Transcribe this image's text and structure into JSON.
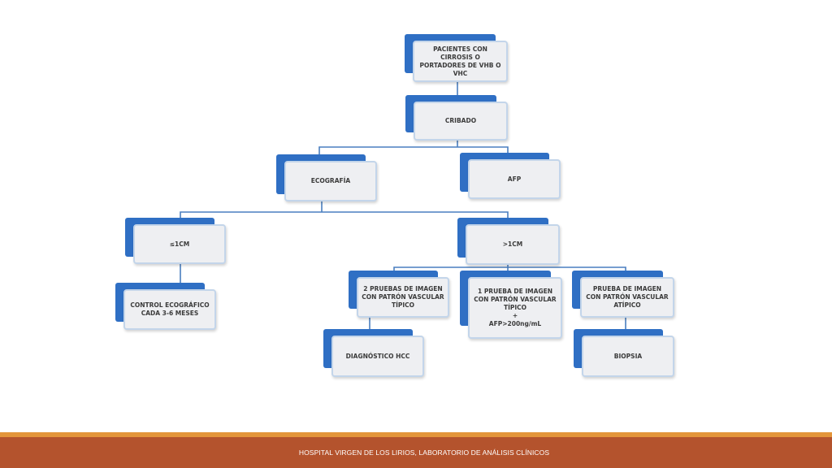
{
  "diagram": {
    "nodes": {
      "pacientes": "PACIENTES CON CIRROSIS O PORTADORES DE VHB O VHC",
      "cribado": "CRIBADO",
      "ecografia": "ECOGRAFÍA",
      "afp": "AFP",
      "menor_1cm": "≤1CM",
      "mayor_1cm": ">1CM",
      "control": "CONTROL ECOGRÁFICO CADA 3-6 MESES",
      "dos_pruebas": "2 PRUEBAS DE IMAGEN CON PATRÓN VASCULAR TÍPICO",
      "una_prueba": "1 PRUEBA DE IMAGEN CON PATRÓN VASCULAR TÍPICO\n+\nAFP>200ng/mL",
      "atipico": "PRUEBA DE IMAGEN CON PATRÓN VASCULAR ATÍPICO",
      "diagnostico": "DIAGNÓSTICO HCC",
      "biopsia": "BIOPSIA"
    },
    "colors": {
      "tab": "#2f6fc4",
      "card_fill": "#eeeff2",
      "card_border": "#c3d5ea",
      "connector": "#4a7fc0"
    }
  },
  "footer": {
    "text": "HOSPITAL VIRGEN DE LOS LIRIOS, LABORATORIO DE ANÁLISIS CLÍNICOS",
    "colors": {
      "bar": "#b4532d",
      "stripe": "#e3953a"
    }
  }
}
